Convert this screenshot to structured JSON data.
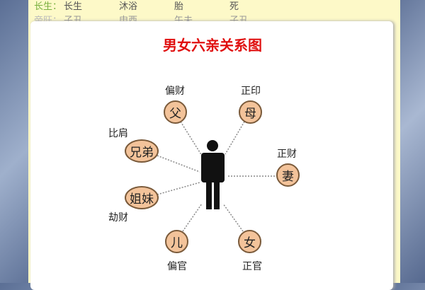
{
  "table": {
    "rows": [
      {
        "label": "长生：",
        "cells": [
          "长生",
          "沐浴",
          "胎",
          "死"
        ]
      },
      {
        "label": "帝旺：",
        "cells": [
          "子丑",
          "申酉",
          "午未",
          "子丑"
        ]
      }
    ]
  },
  "title": "男女六亲关系图",
  "center_icon": "person-icon",
  "nodes": [
    {
      "name": "父",
      "role": "偏财"
    },
    {
      "name": "母",
      "role": "正印"
    },
    {
      "name": "兄弟",
      "role": "比肩"
    },
    {
      "name": "妻",
      "role": "正财"
    },
    {
      "name": "姐妹",
      "role": "劫财"
    },
    {
      "name": "儿",
      "role": "偏官"
    },
    {
      "name": "女",
      "role": "正官"
    }
  ],
  "colors": {
    "title": "#e01010",
    "node_fill": "#f3c39a",
    "panel": "#fdf9c8"
  }
}
